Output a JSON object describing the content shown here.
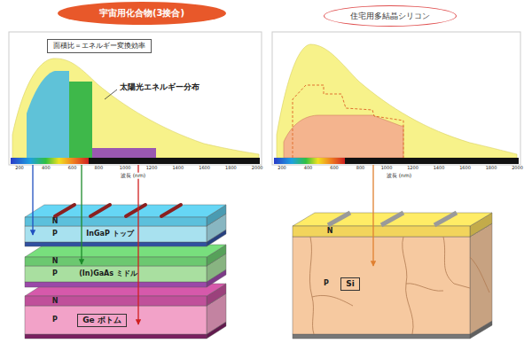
{
  "diagram": {
    "nodes": [
      {
        "text": [
          "宇宙用化合物(3接合)"
        ]
      },
      {
        "text": [
          "住宅用多結晶シリコン"
        ]
      },
      {
        "text": [
          "面積比＝エネルギー変換効率"
        ]
      },
      {
        "text": [
          "InGaP トップ"
        ]
      },
      {
        "text": [
          "(In)GaAs ミドル"
        ]
      },
      {
        "text": [
          "Ge ボトム"
        ]
      },
      {
        "text": [
          "Si"
        ]
      }
    ],
    "labels": [
      "太陽光エネルギー分布",
      "200",
      "400",
      "600",
      "800",
      "1000",
      "1200",
      "1400",
      "1600",
      "1800",
      "2000",
      "波長 (nm)",
      "200",
      "400",
      "600",
      "800",
      "1000",
      "1200",
      "1400",
      "1600",
      "1800",
      "2000",
      "波長 (nm)",
      "N",
      "P",
      "N",
      "P",
      "N",
      "P",
      "N",
      "P"
    ]
  }
}
